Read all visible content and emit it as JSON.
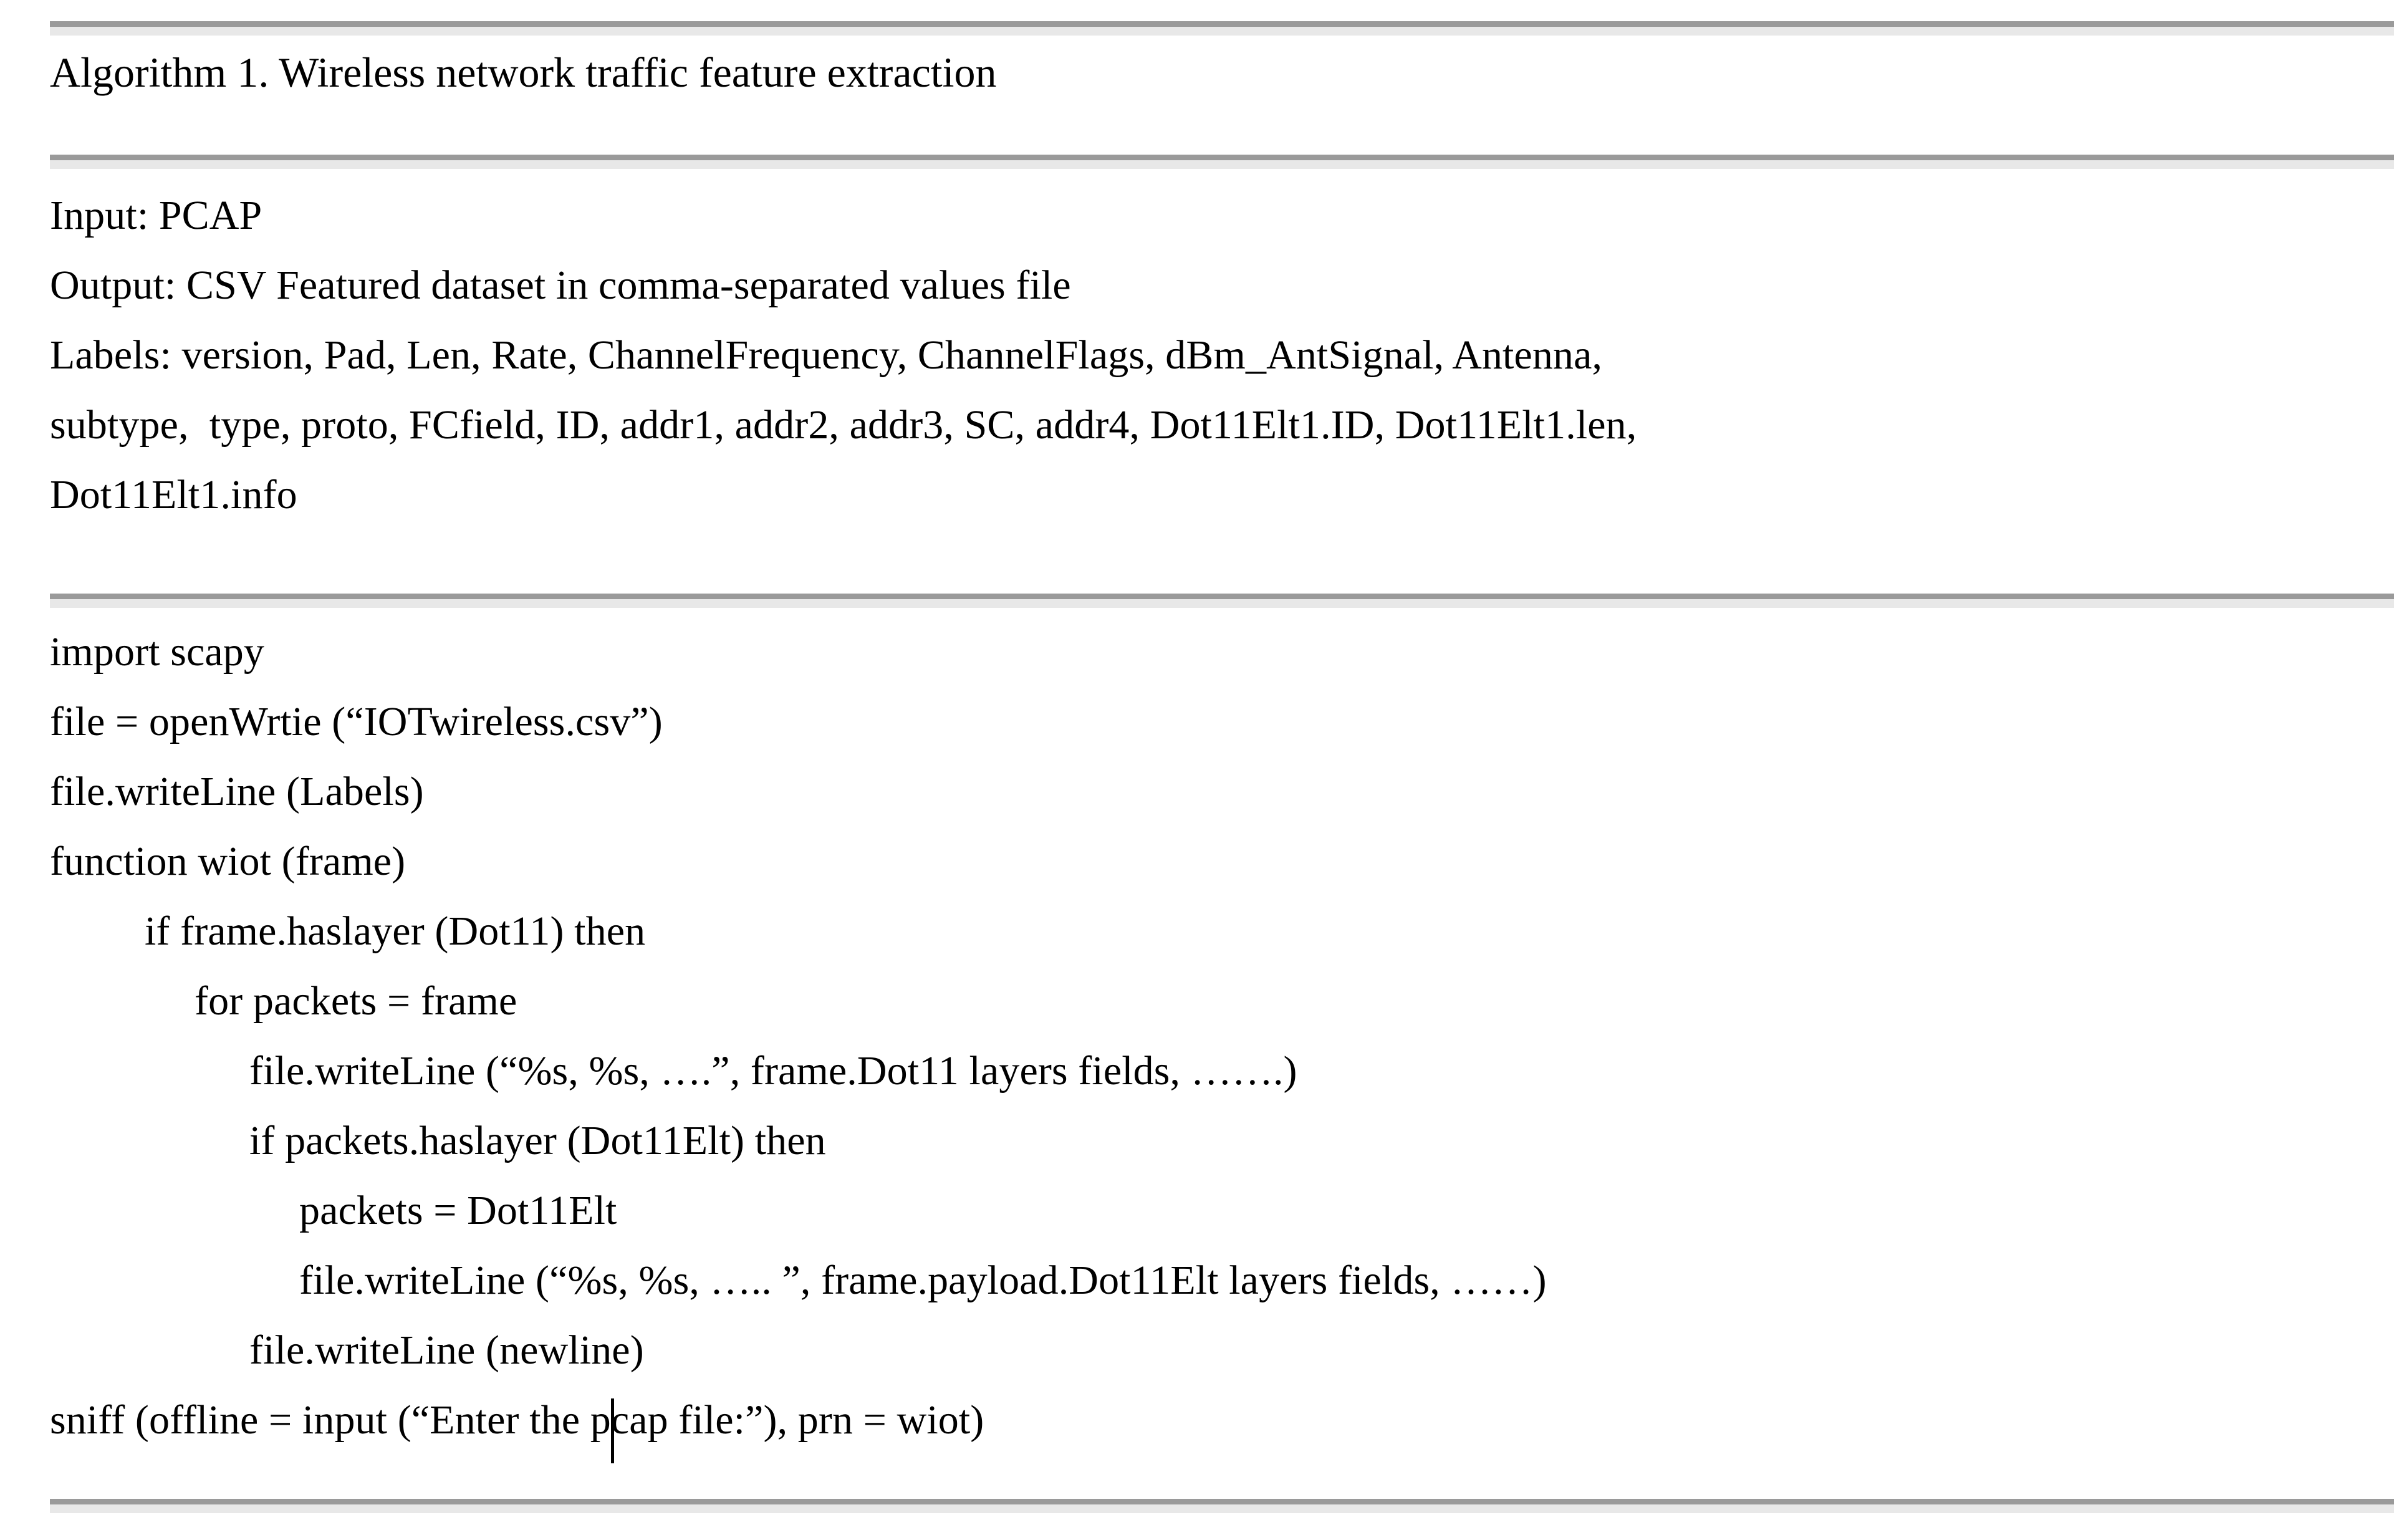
{
  "document": {
    "type": "algorithm-pseudocode-block",
    "title": "Algorithm 1. Wireless network traffic feature extraction",
    "io_section": {
      "input_line": "Input: PCAP",
      "output_line": "Output: CSV Featured dataset in comma-separated values file",
      "labels_lines": [
        "Labels: version, Pad, Len, Rate, ChannelFrequency, ChannelFlags, dBm_AntSignal, Antenna,",
        "subtype,  type, proto, FCfield, ID, addr1, addr2, addr3, SC, addr4, Dot11Elt1.ID, Dot11Elt1.len,",
        "Dot11Elt1.info"
      ],
      "labels_label": "Labels:",
      "input_label": "Input:",
      "output_label": "Output:",
      "input_value": "PCAP",
      "output_value": "CSV Featured dataset in comma-separated values file",
      "label_fields": [
        "version",
        "Pad",
        "Len",
        "Rate",
        "ChannelFrequency",
        "ChannelFlags",
        "dBm_AntSignal",
        "Antenna",
        "subtype",
        "type",
        "proto",
        "FCfield",
        "ID",
        "addr1",
        "addr2",
        "addr3",
        "SC",
        "addr4",
        "Dot11Elt1.ID",
        "Dot11Elt1.len",
        "Dot11Elt1.info"
      ]
    },
    "code_lines": [
      {
        "indent": 0,
        "text": "import scapy"
      },
      {
        "indent": 0,
        "text": "file = openWrtie (“IOTwireless.csv”)"
      },
      {
        "indent": 0,
        "text": "file.writeLine (Labels)"
      },
      {
        "indent": 0,
        "text": "function wiot (frame)"
      },
      {
        "indent": 1,
        "text": "if frame.haslayer (Dot11) then"
      },
      {
        "indent": 2,
        "text": "for packets = frame"
      },
      {
        "indent": 3,
        "text": "file.writeLine (“%s, %s, ….”, frame.Dot11 layers fields, …….)"
      },
      {
        "indent": 3,
        "text": "if packets.haslayer (Dot11Elt) then"
      },
      {
        "indent": 4,
        "text": "packets = Dot11Elt"
      },
      {
        "indent": 4,
        "text": "file.writeLine (“%s, %s, ….. ”, frame.payload.Dot11Elt layers fields, ……)"
      },
      {
        "indent": 3,
        "text": "file.writeLine (newline)"
      }
    ],
    "final_line": {
      "before_caret": "sniff (offline = input (“Enter the p",
      "after_caret": "cap file:”), prn = wiot)",
      "full_text": "sniff (offline = input (“Enter the pcap file:”), prn = wiot)",
      "caret_visible": true
    },
    "colors": {
      "text": "#000000",
      "background": "#ffffff",
      "rule": "#9a9a9a",
      "rule_shadow": "#e8e8e8"
    }
  }
}
